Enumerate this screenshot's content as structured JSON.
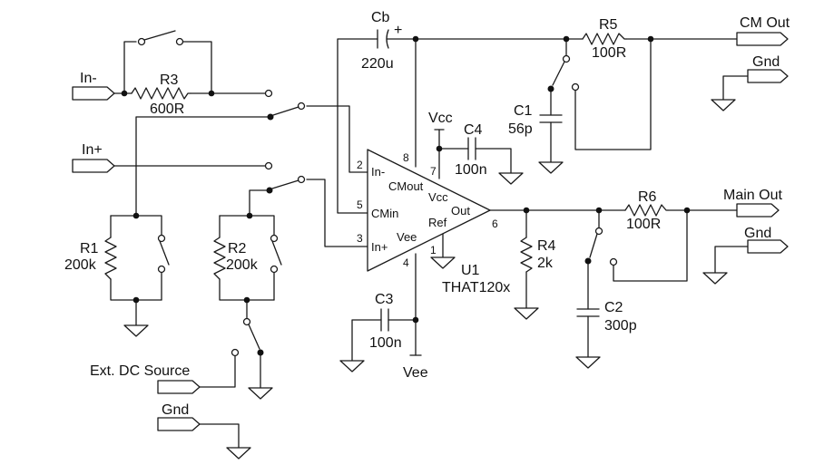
{
  "ports": {
    "in_minus": "In-",
    "in_plus": "In+",
    "cm_out": "CM Out",
    "main_out": "Main Out",
    "gnd_top": "Gnd",
    "gnd_mid": "Gnd",
    "gnd_bottom": "Gnd",
    "ext_dc": "Ext. DC Source"
  },
  "ic": {
    "ref": "U1",
    "part": "THAT120x",
    "pins": {
      "in_minus": "In-",
      "cm_in": "CMin",
      "in_plus": "In+",
      "cm_out": "CMout",
      "vcc": "Vcc",
      "out": "Out",
      "ref": "Ref",
      "vee": "Vee"
    },
    "pin_numbers": {
      "p1": "1",
      "p2": "2",
      "p3": "3",
      "p4": "4",
      "p5": "5",
      "p6": "6",
      "p7": "7",
      "p8": "8"
    }
  },
  "components": {
    "r1": {
      "ref": "R1",
      "value": "200k"
    },
    "r2": {
      "ref": "R2",
      "value": "200k"
    },
    "r3": {
      "ref": "R3",
      "value": "600R"
    },
    "r4": {
      "ref": "R4",
      "value": "2k"
    },
    "r5": {
      "ref": "R5",
      "value": "100R"
    },
    "r6": {
      "ref": "R6",
      "value": "100R"
    },
    "c1": {
      "ref": "C1",
      "value": "56p"
    },
    "c2": {
      "ref": "C2",
      "value": "300p"
    },
    "c3": {
      "ref": "C3",
      "value": "100n"
    },
    "c4": {
      "ref": "C4",
      "value": "100n"
    },
    "cb": {
      "ref": "Cb",
      "value": "220u",
      "polarity": "+"
    }
  },
  "rails": {
    "vcc": "Vcc",
    "vee": "Vee"
  }
}
